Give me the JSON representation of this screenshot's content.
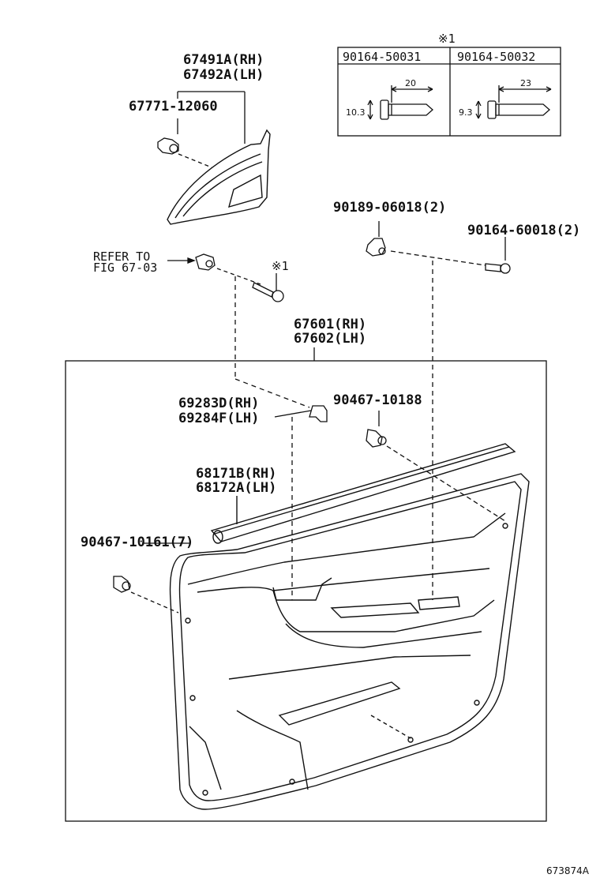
{
  "note_mark": "※1",
  "table": {
    "col1": "90164-50031",
    "col2": "90164-50032",
    "dim1_len": "20",
    "dim1_dia": "10.3",
    "dim2_len": "23",
    "dim2_dia": "9.3"
  },
  "parts": {
    "p67491": "67491A(RH)",
    "p67492": "67492A(LH)",
    "p67771": "67771-12060",
    "p90189": "90189-06018(2)",
    "p90164": "90164-60018(2)",
    "refer1": "REFER TO",
    "refer2": "FIG 67-03",
    "screw_mark": "※1",
    "p67601": "67601(RH)",
    "p67602": "67602(LH)",
    "p69283": "69283D(RH)",
    "p69284": "69284F(LH)",
    "p90467a": "90467-10188",
    "p68171": "68171B(RH)",
    "p68172": "68172A(LH)",
    "p90467b": "90467-10161(7)"
  },
  "diagram_code": "673874A"
}
